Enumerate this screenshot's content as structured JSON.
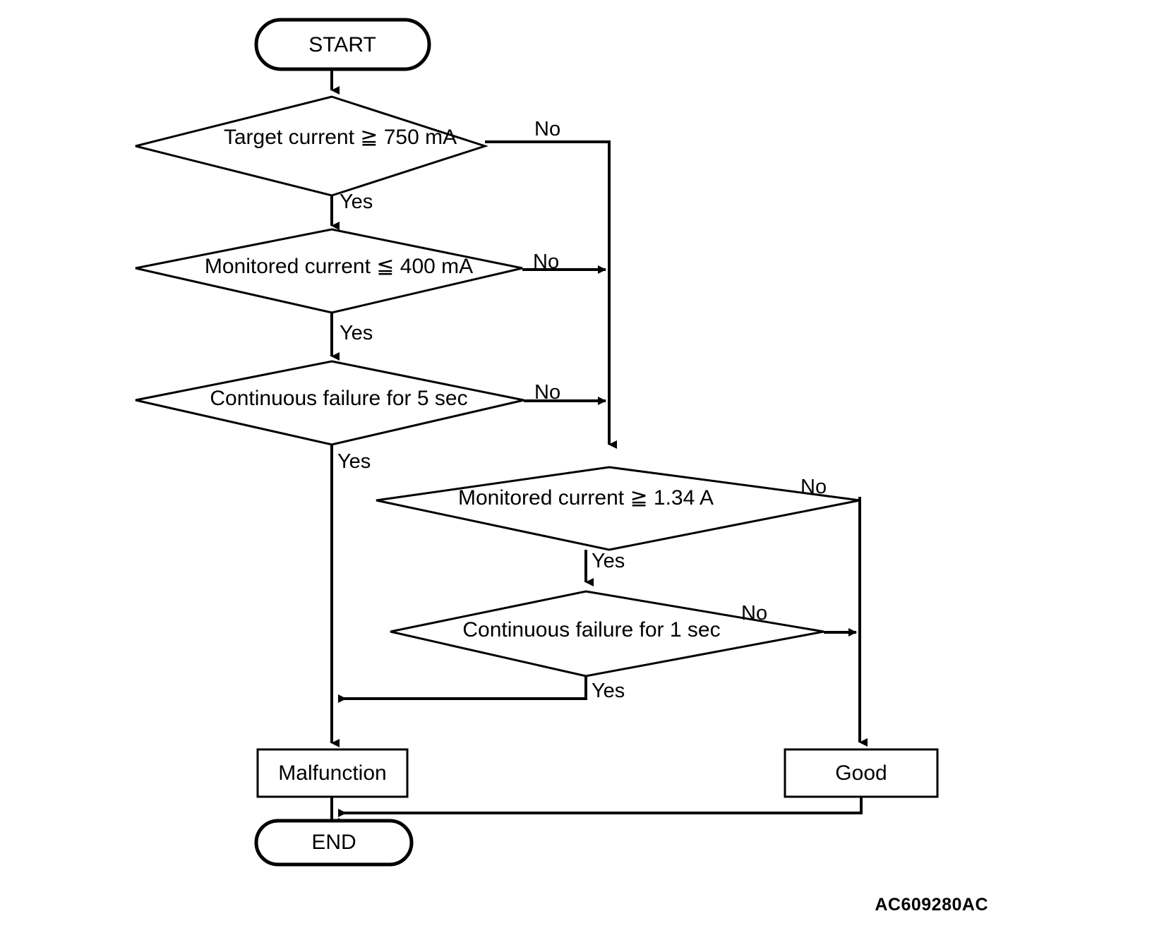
{
  "diagram": {
    "title_code": "AC609280AC",
    "nodes": {
      "start": {
        "label": "START",
        "shape": "terminator"
      },
      "decision1": {
        "label": "Target current ≧ 750 mA",
        "shape": "decision"
      },
      "decision2": {
        "label": "Monitored current ≦ 400 mA",
        "shape": "decision"
      },
      "decision3": {
        "label": "Continuous failure for 5 sec",
        "shape": "decision"
      },
      "decision4": {
        "label": "Monitored current ≧ 1.34 A",
        "shape": "decision"
      },
      "decision5": {
        "label": "Continuous failure for 1 sec",
        "shape": "decision"
      },
      "malfunction": {
        "label": "Malfunction",
        "shape": "process"
      },
      "good": {
        "label": "Good",
        "shape": "process"
      },
      "end": {
        "label": "END",
        "shape": "terminator"
      }
    },
    "branch_labels": {
      "d1_no": "No",
      "d1_yes": "Yes",
      "d2_no": "No",
      "d2_yes": "Yes",
      "d3_no": "No",
      "d3_yes": "Yes",
      "d4_no": "No",
      "d4_yes": "Yes",
      "d5_no": "No",
      "d5_yes": "Yes"
    },
    "edges": [
      {
        "from": "start",
        "to": "decision1",
        "label": ""
      },
      {
        "from": "decision1",
        "to": "decision2",
        "label": "Yes"
      },
      {
        "from": "decision1",
        "to": "decision4",
        "label": "No"
      },
      {
        "from": "decision2",
        "to": "decision3",
        "label": "Yes"
      },
      {
        "from": "decision2",
        "to": "decision4",
        "label": "No"
      },
      {
        "from": "decision3",
        "to": "malfunction",
        "label": "Yes"
      },
      {
        "from": "decision3",
        "to": "decision4",
        "label": "No"
      },
      {
        "from": "decision4",
        "to": "decision5",
        "label": "Yes"
      },
      {
        "from": "decision4",
        "to": "good",
        "label": "No"
      },
      {
        "from": "decision5",
        "to": "malfunction",
        "label": "Yes"
      },
      {
        "from": "decision5",
        "to": "good",
        "label": "No"
      },
      {
        "from": "malfunction",
        "to": "end",
        "label": ""
      },
      {
        "from": "good",
        "to": "end",
        "label": ""
      }
    ],
    "colors": {
      "stroke": "#000000",
      "fill": "#ffffff",
      "background": "#ffffff"
    }
  }
}
